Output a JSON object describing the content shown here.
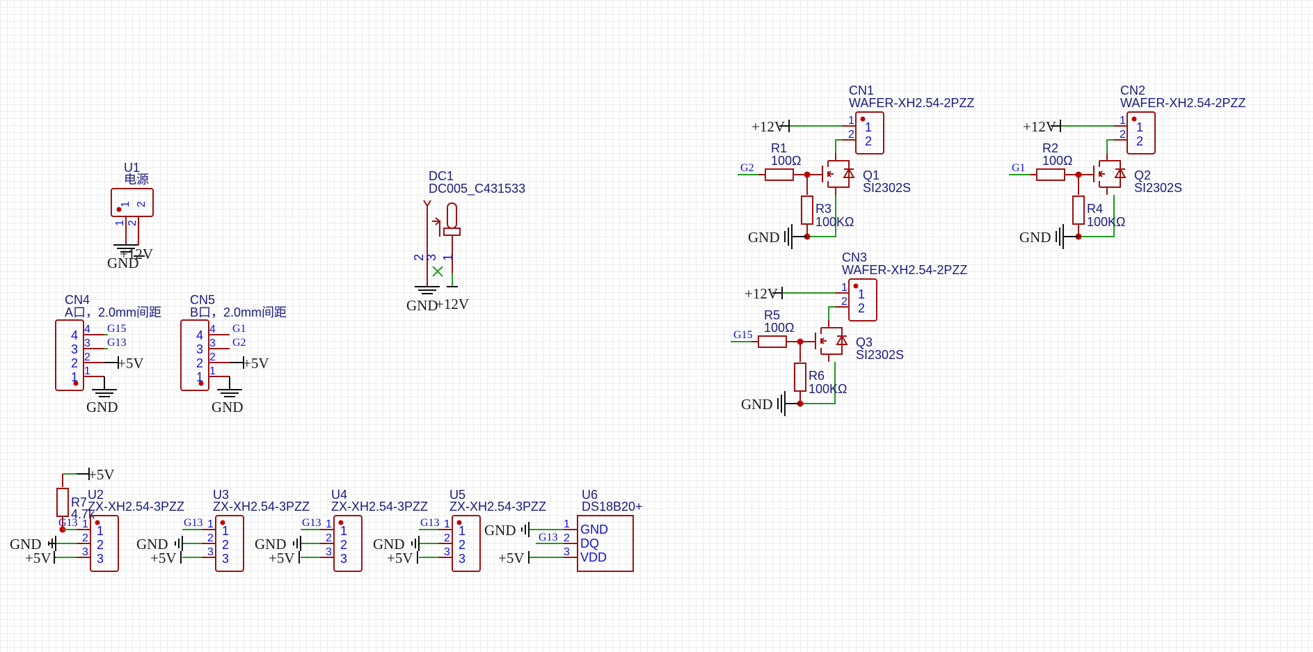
{
  "power": {
    "vcc12": "+12V",
    "vcc5": "+5V",
    "gnd": "GND"
  },
  "u1": {
    "ref": "U1",
    "value": "电源",
    "pin1": "1",
    "pin2": "2"
  },
  "dc1": {
    "ref": "DC1",
    "value": "DC005_C431533",
    "pin1": "1",
    "pin2": "2",
    "pin3": "3"
  },
  "cn4": {
    "ref": "CN4",
    "value": "A口，2.0mm间距",
    "pins": [
      "4",
      "3",
      "2",
      "1"
    ],
    "nets": [
      "G15",
      "G13"
    ]
  },
  "cn5": {
    "ref": "CN5",
    "value": "B口，2.0mm间距",
    "pins": [
      "4",
      "3",
      "2",
      "1"
    ],
    "nets": [
      "G1",
      "G2"
    ]
  },
  "cn1": {
    "ref": "CN1",
    "value": "WAFER-XH2.54-2PZZ",
    "pins": [
      "1",
      "2"
    ]
  },
  "cn2": {
    "ref": "CN2",
    "value": "WAFER-XH2.54-2PZZ",
    "pins": [
      "1",
      "2"
    ]
  },
  "cn3": {
    "ref": "CN3",
    "value": "WAFER-XH2.54-2PZZ",
    "pins": [
      "1",
      "2"
    ]
  },
  "q1": {
    "ref": "Q1",
    "value": "SI2302S"
  },
  "q2": {
    "ref": "Q2",
    "value": "SI2302S"
  },
  "q3": {
    "ref": "Q3",
    "value": "SI2302S"
  },
  "r1": {
    "ref": "R1",
    "value": "100Ω",
    "net": "G2"
  },
  "r2": {
    "ref": "R2",
    "value": "100Ω",
    "net": "G1"
  },
  "r5": {
    "ref": "R5",
    "value": "100Ω",
    "net": "G15"
  },
  "r3": {
    "ref": "R3",
    "value": "100KΩ"
  },
  "r4": {
    "ref": "R4",
    "value": "100KΩ"
  },
  "r6": {
    "ref": "R6",
    "value": "100KΩ"
  },
  "r7": {
    "ref": "R7",
    "value": "4.7k"
  },
  "u2": {
    "ref": "U2",
    "value": "ZX-XH2.54-3PZZ",
    "net": "G13",
    "pins": [
      "1",
      "2",
      "3"
    ]
  },
  "u3": {
    "ref": "U3",
    "value": "ZX-XH2.54-3PZZ",
    "net": "G13",
    "pins": [
      "1",
      "2",
      "3"
    ]
  },
  "u4": {
    "ref": "U4",
    "value": "ZX-XH2.54-3PZZ",
    "net": "G13",
    "pins": [
      "1",
      "2",
      "3"
    ]
  },
  "u5": {
    "ref": "U5",
    "value": "ZX-XH2.54-3PZZ",
    "net": "G13",
    "pins": [
      "1",
      "2",
      "3"
    ]
  },
  "u6": {
    "ref": "U6",
    "value": "DS18B20+",
    "net": "G13",
    "pins": [
      "1",
      "2",
      "3"
    ],
    "pin_names": [
      "GND",
      "DQ",
      "VDD"
    ]
  }
}
